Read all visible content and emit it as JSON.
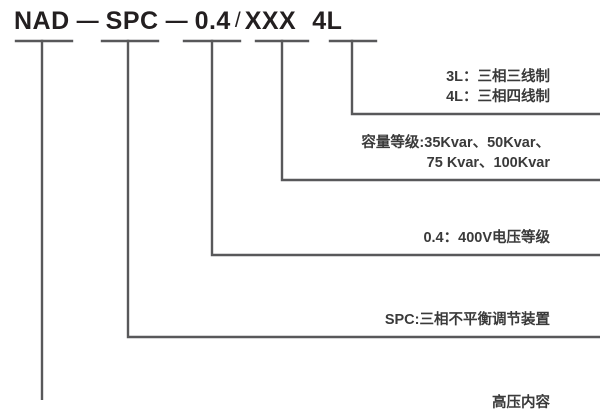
{
  "diagram": {
    "title": "NAD — SPC — 0.4 / XXX  4L",
    "code": {
      "segments": [
        {
          "name": "brand",
          "text": "NAD"
        },
        {
          "name": "series",
          "text": "SPC"
        },
        {
          "name": "voltage",
          "text": "0.4"
        },
        {
          "name": "capacity",
          "text": "XXX"
        },
        {
          "name": "wiring",
          "text": "4L"
        }
      ],
      "dash": "—",
      "slash": "/"
    },
    "annotations": [
      {
        "id": "wiring-note",
        "align": "right",
        "lines": [
          "3L：三相三线制",
          "4L：三相四线制"
        ]
      },
      {
        "id": "capacity-note",
        "align": "right",
        "lines": [
          "容量等级:35Kvar、50Kvar、",
          "75 Kvar、100Kvar"
        ]
      },
      {
        "id": "voltage-note",
        "align": "right",
        "lines": [
          "0.4：400V电压等级"
        ]
      },
      {
        "id": "series-note",
        "align": "right",
        "lines": [
          "SPC:三相不平衡调节装置"
        ]
      },
      {
        "id": "brand-note",
        "align": "right",
        "lines": [
          "高压内容"
        ]
      }
    ],
    "colors": {
      "text": "#231f20",
      "annotation_text": "#3a3a3a",
      "line": "#58585a",
      "background": "#ffffff"
    }
  }
}
